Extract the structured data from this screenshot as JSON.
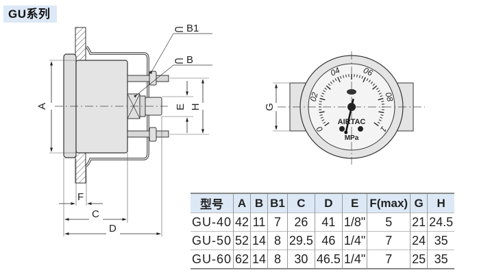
{
  "title": "GU系列",
  "drawing": {
    "side_view_labels": {
      "a": "A",
      "b": "B",
      "b1": "B1",
      "c": "C",
      "d": "D",
      "e": "E",
      "f": "F",
      "h": "H"
    },
    "front_view_labels": {
      "g": "G"
    },
    "gauge": {
      "brand": "AIRTAC",
      "unit": "MPa",
      "scale_labels": [
        "0",
        "02",
        "04",
        "06",
        "08",
        "1"
      ],
      "scale_range": [
        0,
        1
      ],
      "needle_value": 0.55
    }
  },
  "table": {
    "headers": [
      "型号",
      "A",
      "B",
      "B1",
      "C",
      "D",
      "E",
      "F(max)",
      "G",
      "H"
    ],
    "rows": [
      [
        "GU-40",
        "42",
        "11",
        "7",
        "26",
        "41",
        "1/8\"",
        "5",
        "21",
        "24.5"
      ],
      [
        "GU-50",
        "52",
        "14",
        "8",
        "29.5",
        "46",
        "1/4\"",
        "7",
        "24",
        "35"
      ],
      [
        "GU-60",
        "62",
        "14",
        "8",
        "30",
        "46.5",
        "1/4\"",
        "7",
        "25",
        "35"
      ]
    ]
  },
  "colors": {
    "header_bg": "#dce8f5",
    "body_fill": "#e4e4e4"
  }
}
